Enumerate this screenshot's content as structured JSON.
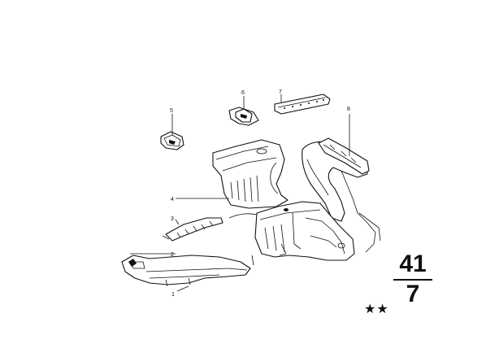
{
  "diagram": {
    "callouts": [
      {
        "id": "1",
        "label": "1"
      },
      {
        "id": "2",
        "label": "2"
      },
      {
        "id": "3",
        "label": "3"
      },
      {
        "id": "4",
        "label": "4"
      },
      {
        "id": "5",
        "label": "5"
      },
      {
        "id": "6",
        "label": "6"
      },
      {
        "id": "7",
        "label": "7"
      },
      {
        "id": "8",
        "label": "8"
      }
    ]
  },
  "group": {
    "main": "41",
    "sub": "7",
    "stars": "★★"
  }
}
